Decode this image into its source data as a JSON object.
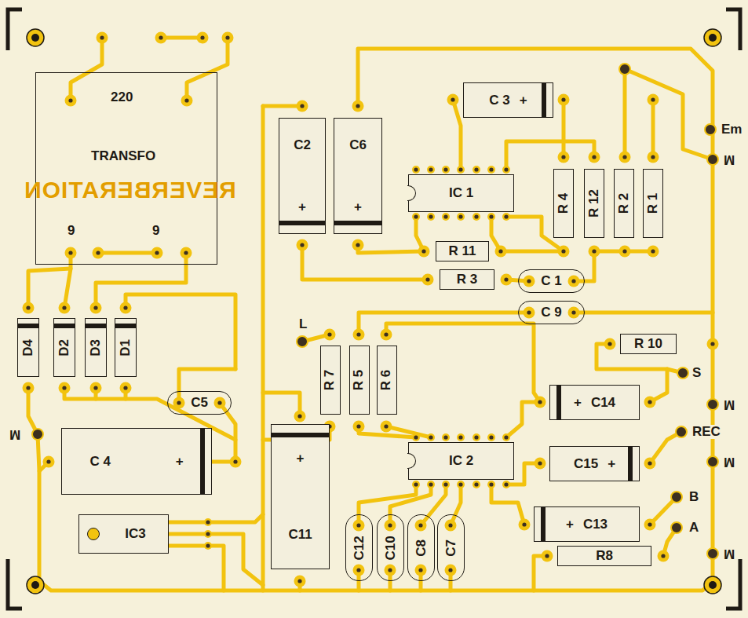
{
  "diagram": {
    "nodes": [
      {
        "text": [
          "220",
          "TRANSFO",
          "9",
          "9"
        ]
      },
      {
        "text": [
          "C 3",
          "+"
        ]
      },
      {
        "text": [
          "C2",
          "+"
        ]
      },
      {
        "text": [
          "C6",
          "+"
        ]
      },
      {
        "text": [
          "IC 1"
        ]
      },
      {
        "text": [
          "R 4"
        ]
      },
      {
        "text": [
          "R 12"
        ]
      },
      {
        "text": [
          "R 2"
        ]
      },
      {
        "text": [
          "R 1"
        ]
      },
      {
        "text": [
          "R 11"
        ]
      },
      {
        "text": [
          "R 3"
        ]
      },
      {
        "text": [
          "C 1"
        ]
      },
      {
        "text": [
          "C 9"
        ]
      },
      {
        "text": [
          "D4"
        ]
      },
      {
        "text": [
          "D2"
        ]
      },
      {
        "text": [
          "D3"
        ]
      },
      {
        "text": [
          "D1"
        ]
      },
      {
        "text": [
          "R 10"
        ]
      },
      {
        "text": [
          "R 7"
        ]
      },
      {
        "text": [
          "R 5"
        ]
      },
      {
        "text": [
          "R 6"
        ]
      },
      {
        "text": [
          "C5"
        ]
      },
      {
        "text": [
          "+",
          "C14"
        ]
      },
      {
        "text": [
          "C 4",
          "+"
        ]
      },
      {
        "text": [
          "+",
          "C11"
        ]
      },
      {
        "text": [
          "IC 2"
        ]
      },
      {
        "text": [
          "C15",
          "+"
        ]
      },
      {
        "text": [
          "+",
          "C13"
        ]
      },
      {
        "text": [
          "IC3"
        ]
      },
      {
        "text": [
          "R8"
        ]
      },
      {
        "text": [
          "C12"
        ]
      },
      {
        "text": [
          "C10"
        ]
      },
      {
        "text": [
          "C8"
        ]
      },
      {
        "text": [
          "C7"
        ]
      }
    ],
    "labels": [
      "REVERBERATION",
      "Em",
      "M",
      "L",
      "S",
      "M",
      "REC",
      "M",
      "B",
      "A",
      "M",
      "M"
    ]
  }
}
